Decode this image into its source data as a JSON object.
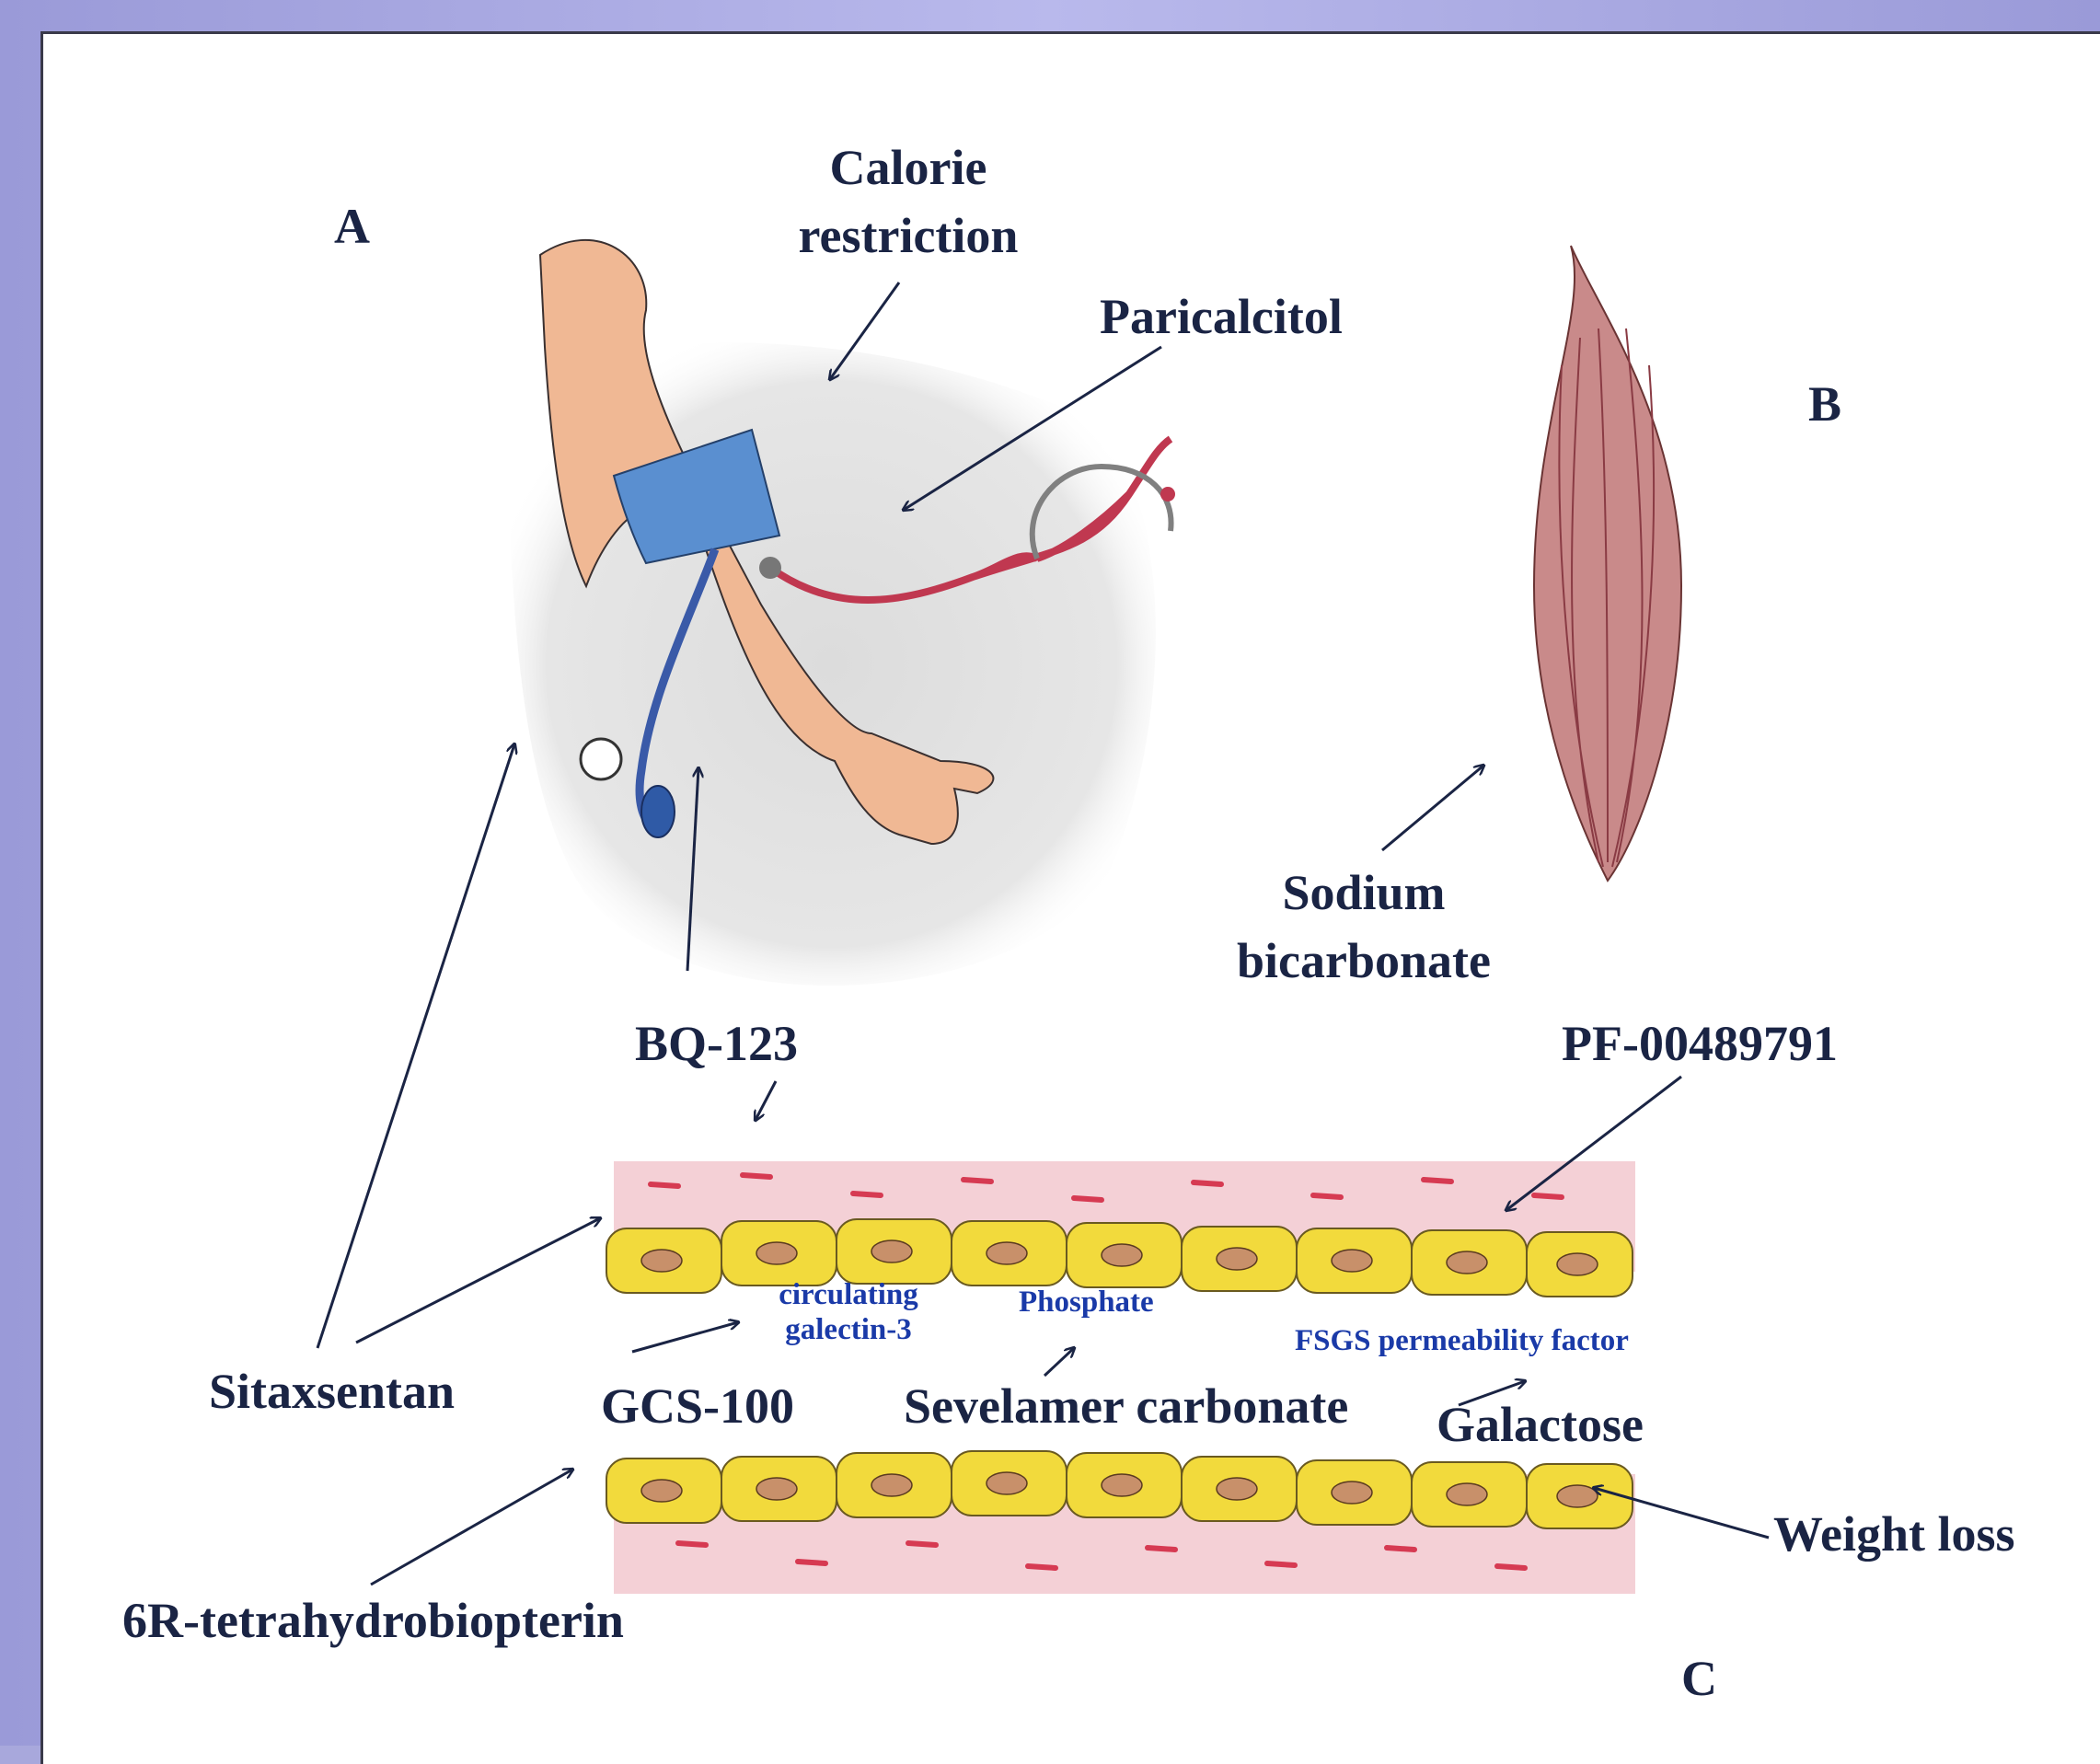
{
  "panels": {
    "a": "A",
    "b": "B",
    "c": "C"
  },
  "labels": {
    "calorie_restriction": [
      "Calorie",
      "restriction"
    ],
    "paricalcitol": "Paricalcitol",
    "sodium_bicarbonate": [
      "Sodium",
      "bicarbonate"
    ],
    "bq123": "BQ-123",
    "pf": "PF-00489791",
    "sitaxsentan": "Sitaxsentan",
    "gcs100": "GCS-100",
    "sevelamer": "Sevelamer carbonate",
    "galactose": "Galactose",
    "weight_loss": "Weight loss",
    "tetrahydrobiopterin": "6R-tetrahydrobiopterin"
  },
  "vessel_labels": {
    "galectin": [
      "circulating",
      "galectin-3"
    ],
    "phosphate": "Phosphate",
    "fsgs": "FSGS permeability factor"
  },
  "colors": {
    "frame": "#a8a8dc",
    "text_dark": "#1a2444",
    "text_blue": "#1a3aa8",
    "cuff_blue": "#5a8fd0",
    "tube_red": "#c03850",
    "skin": "#f0b894",
    "muscle": "#b86a6e",
    "vessel_wall": "#f4d0d6",
    "cell_yellow": "#f2da3c"
  }
}
